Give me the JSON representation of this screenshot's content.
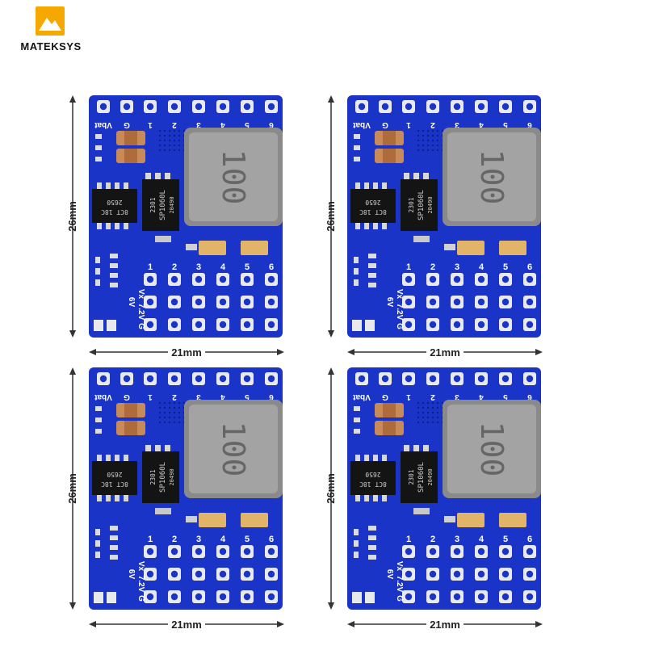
{
  "brand": {
    "name": "MATEKSYS",
    "mark_color": "#f5a800"
  },
  "dimensions": {
    "height": "26mm",
    "width": "21mm"
  },
  "board": {
    "pcb_color": "#1b34c8",
    "top_row_labels": [
      "Vbat",
      "G",
      "1",
      "2",
      "3",
      "4",
      "5",
      "6"
    ],
    "bottom_row_labels": [
      "1",
      "2",
      "3",
      "4",
      "5",
      "6"
    ],
    "side_labels": [
      "Vx",
      "6V",
      "7.2V",
      "G"
    ],
    "inductor_marking": "100",
    "chip_left_lines": [
      "2650",
      "8CT 18C"
    ],
    "chip_right_lines": [
      "2301",
      "SP1060L",
      "20490"
    ]
  },
  "units": [
    {
      "id": "top-left"
    },
    {
      "id": "top-right"
    },
    {
      "id": "bottom-left"
    },
    {
      "id": "bottom-right"
    }
  ]
}
